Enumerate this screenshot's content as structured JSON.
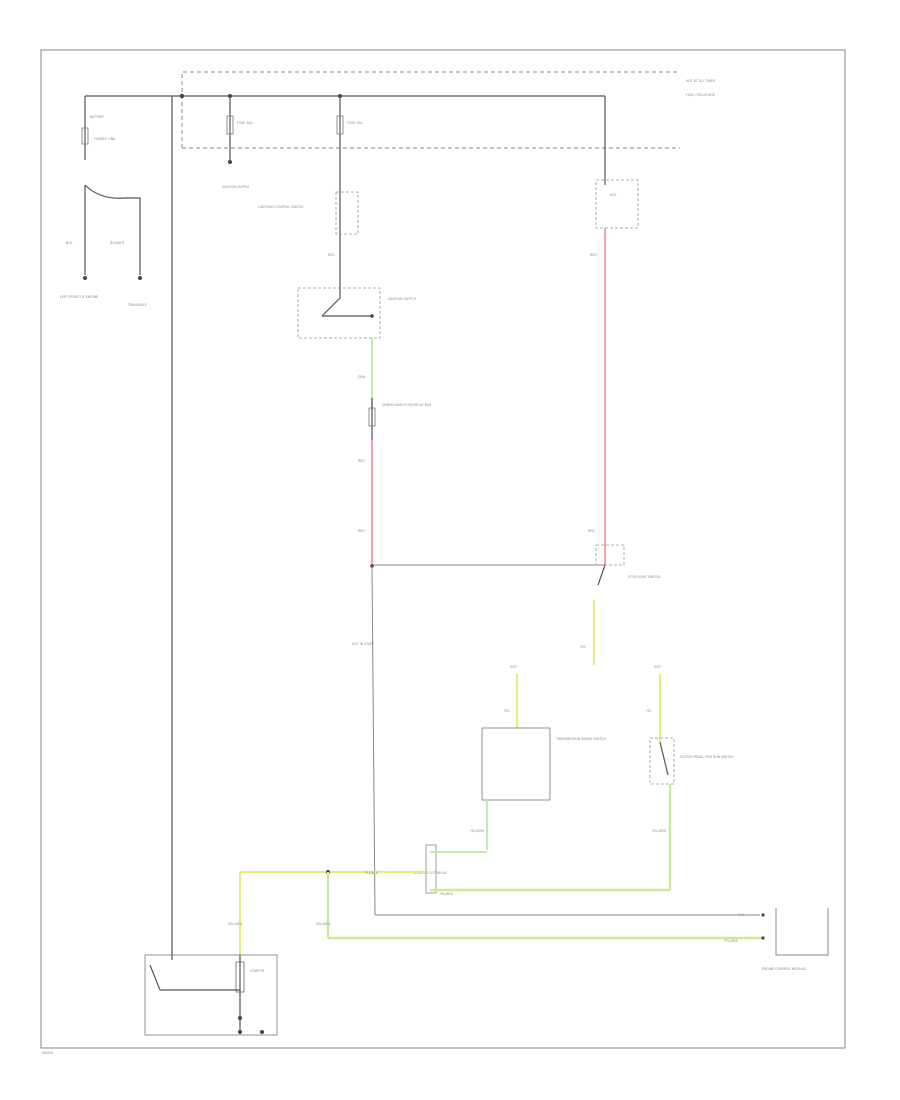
{
  "labels": {
    "hot_at_all_times": "HOT AT ALL TIMES",
    "fuse_block": "FUSE / RELAY BOX",
    "fuse_a": "FUSE 30A",
    "fuse_b": "FUSE 10A",
    "battery": "BATTERY",
    "fusible_link": "FUSIBLE LINK",
    "wire_blk": "BLK",
    "wire_blk_wht": "BLK/WHT",
    "ground_left": "LEFT FRONT OF ENGINE",
    "ground_trans": "TRANSAXLE",
    "ignition_supply": "IGNITION SUPPLY",
    "light_control_unit": "LIGHTING CONTROL SWITCH",
    "ignition_switch": "IGNITION SWITCH",
    "under_dash_fuse": "UNDER-DASH FUSE/RELAY BOX",
    "wire_red": "RED",
    "wire_grn": "GRN",
    "wire_yel": "YEL",
    "wire_yel_blk": "YEL/BLK",
    "wire_yel_grn": "YEL/GRN",
    "stoplight_switch": "STOP LIGHT SWITCH",
    "position_switch": "TRANSMISSION RANGE SWITCH",
    "clutch_switch": "CLUTCH PEDAL POSITION SWITCH",
    "starter_relay": "STARTER CUT RELAY",
    "starter_motor": "STARTER",
    "ecm": "ENGINE CONTROL MODULE",
    "hot": "HOT",
    "hot_in_start": "HOT IN START",
    "footer": "W0000"
  }
}
